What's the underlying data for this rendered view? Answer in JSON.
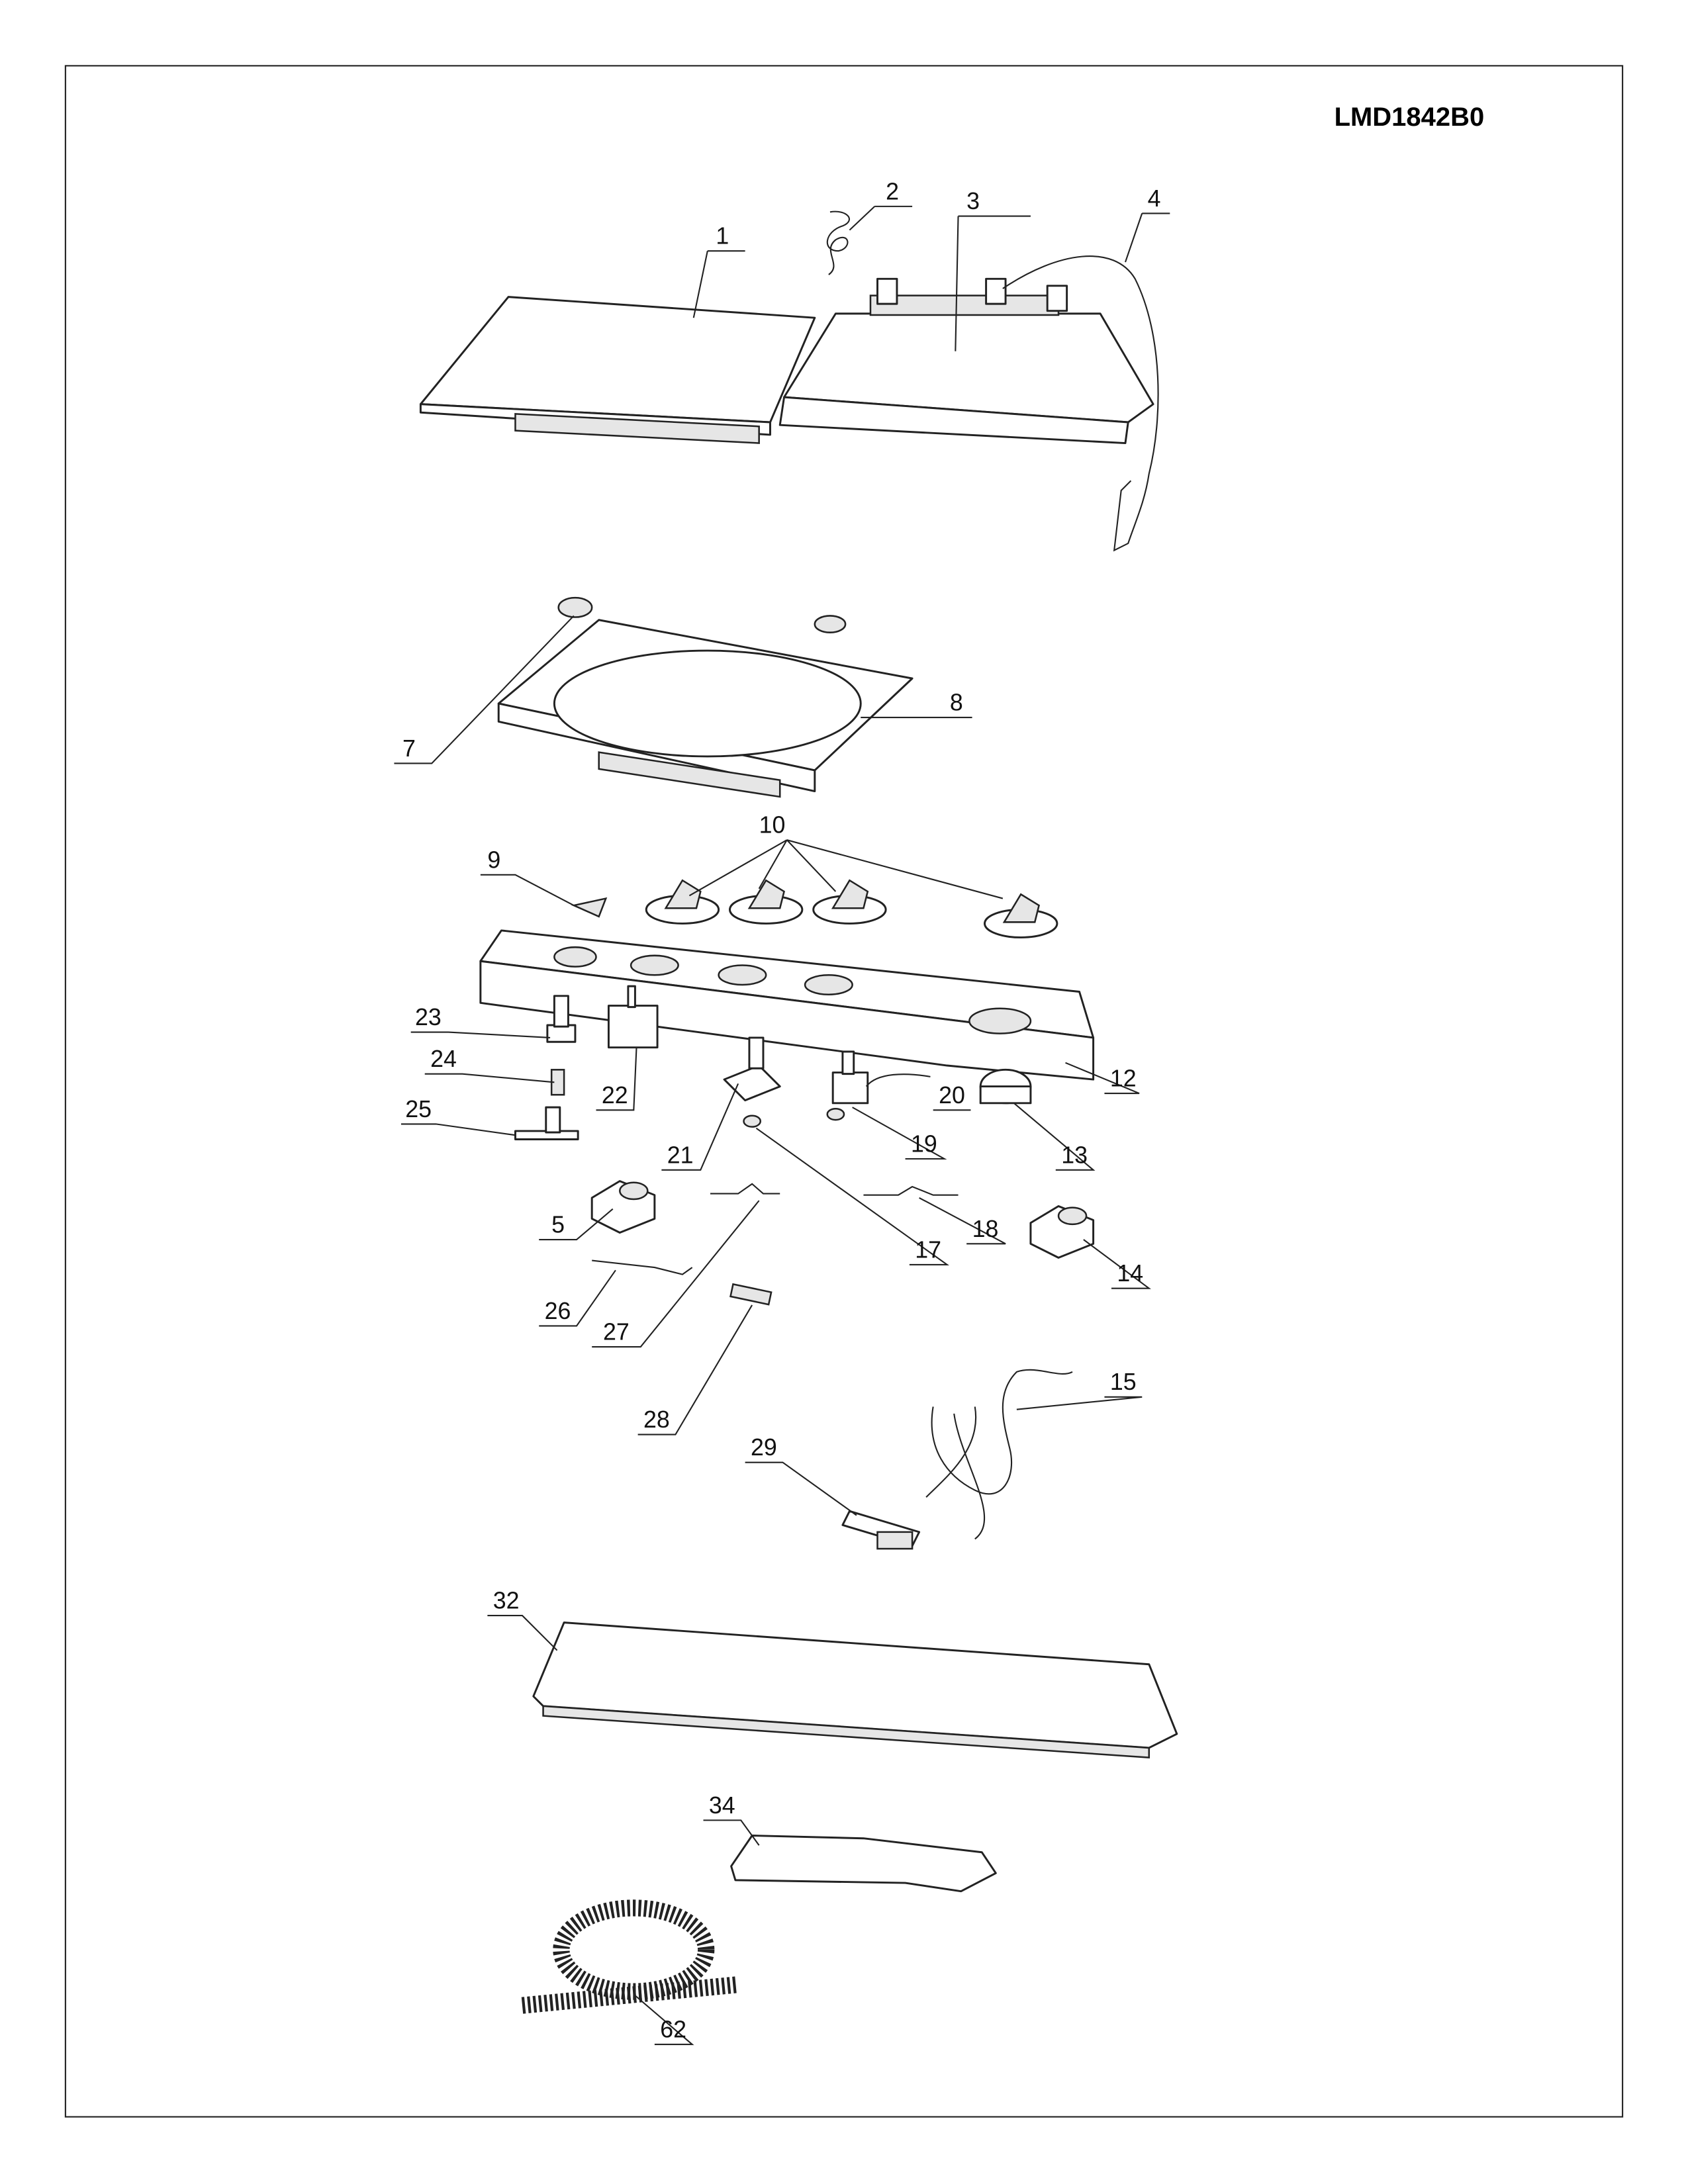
{
  "model": "LMD1842B0",
  "callouts": {
    "c1": "1",
    "c2": "2",
    "c3": "3",
    "c4": "4",
    "c5": "5",
    "c7": "7",
    "c8": "8",
    "c9": "9",
    "c10": "10",
    "c12": "12",
    "c13": "13",
    "c14": "14",
    "c15": "15",
    "c17": "17",
    "c18": "18",
    "c19": "19",
    "c20": "20",
    "c21": "21",
    "c22": "22",
    "c23": "23",
    "c24": "24",
    "c25": "25",
    "c26": "26",
    "c27": "27",
    "c28": "28",
    "c29": "29",
    "c32": "32",
    "c34": "34",
    "c62": "62"
  }
}
